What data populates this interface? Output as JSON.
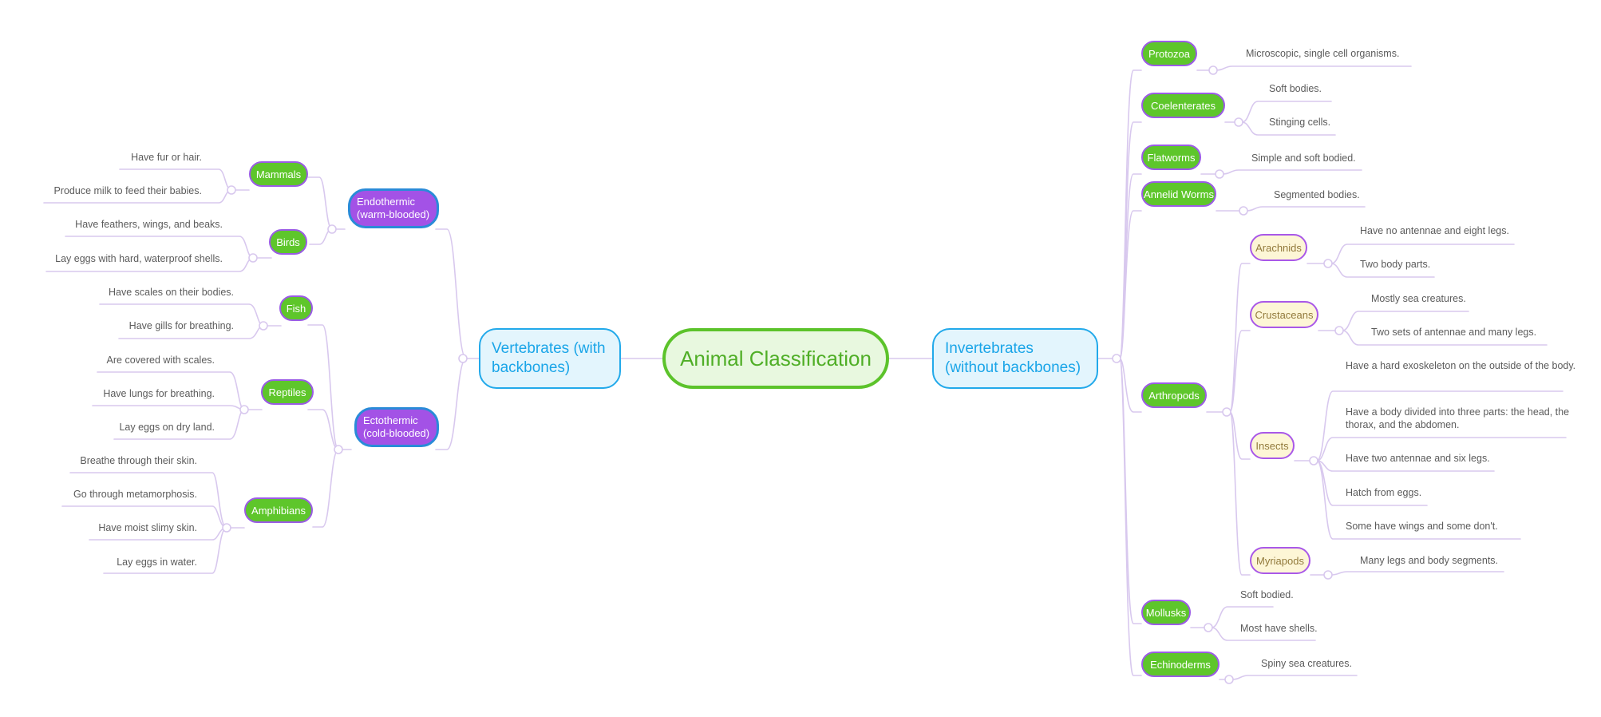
{
  "colors": {
    "connector": "#d8c8ee",
    "root_border": "#5cc32b",
    "main_border": "#22a9ea",
    "category_fill": "#5ec62b",
    "group_fill": "#a352e6",
    "subgroup_fill": "#fdf6d6"
  },
  "root": "Animal Classification",
  "vertebrates": {
    "label": "Vertebrates (with backbones)",
    "endothermic": {
      "label": "Endothermic (warm-blooded)",
      "mammals": {
        "label": "Mammals",
        "facts": [
          "Have fur or hair.",
          "Produce milk to feed their babies."
        ]
      },
      "birds": {
        "label": "Birds",
        "facts": [
          "Have feathers, wings, and beaks.",
          "Lay eggs with hard, waterproof shells."
        ]
      }
    },
    "ectothermic": {
      "label": "Ectothermic (cold-blooded)",
      "fish": {
        "label": "Fish",
        "facts": [
          "Have scales on their bodies.",
          "Have gills for breathing."
        ]
      },
      "reptiles": {
        "label": "Reptiles",
        "facts": [
          "Are covered with scales.",
          "Have lungs for breathing.",
          "Lay eggs on dry land."
        ]
      },
      "amphibians": {
        "label": "Amphibians",
        "facts": [
          "Breathe through their skin.",
          "Go through metamorphosis.",
          "Have moist slimy skin.",
          "Lay eggs in water."
        ]
      }
    }
  },
  "invertebrates": {
    "label": "Invertebrates (without backbones)",
    "protozoa": {
      "label": "Protozoa",
      "facts": [
        "Microscopic, single cell organisms."
      ]
    },
    "coelenterates": {
      "label": "Coelenterates",
      "facts": [
        "Soft bodies.",
        "Stinging cells."
      ]
    },
    "flatworms": {
      "label": "Flatworms",
      "facts": [
        "Simple and soft bodied."
      ]
    },
    "annelid": {
      "label": "Annelid Worms",
      "facts": [
        "Segmented bodies."
      ]
    },
    "arthropods": {
      "label": "Arthropods",
      "arachnids": {
        "label": "Arachnids",
        "facts": [
          "Have no antennae and eight legs.",
          "Two body parts."
        ]
      },
      "crustaceans": {
        "label": "Crustaceans",
        "facts": [
          "Mostly sea creatures.",
          "Two sets of antennae and many legs."
        ]
      },
      "insects": {
        "label": "Insects",
        "facts": [
          "Have a hard exoskeleton on the outside of the body.",
          "Have a body divided into three parts: the head, the thorax, and the abdomen.",
          "Have two antennae and six legs.",
          "Hatch from eggs.",
          "Some have wings and some don't."
        ]
      },
      "myriapods": {
        "label": "Myriapods",
        "facts": [
          "Many legs and body segments."
        ]
      }
    },
    "mollusks": {
      "label": "Mollusks",
      "facts": [
        "Soft bodied.",
        "Most have shells."
      ]
    },
    "echinoderms": {
      "label": "Echinoderms",
      "facts": [
        "Spiny sea creatures."
      ]
    }
  }
}
